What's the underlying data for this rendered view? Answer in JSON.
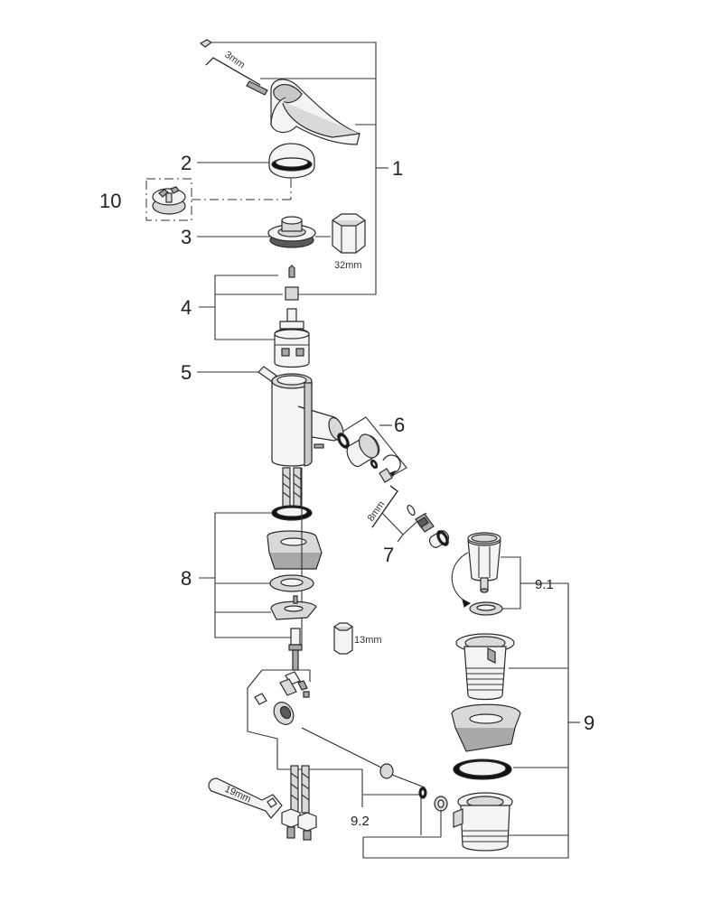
{
  "callouts": {
    "c1": "1",
    "c2": "2",
    "c3": "3",
    "c4": "4",
    "c5": "5",
    "c6": "6",
    "c7": "7",
    "c8": "8",
    "c9": "9",
    "c9_1": "9.1",
    "c9_2": "9.2",
    "c10": "10"
  },
  "dimensions": {
    "hex_key_handle": "3mm",
    "wrench_bonnet": "32mm",
    "hex_key_aerator": "8mm",
    "wrench_nut": "13mm",
    "spanner_hose": "19mm"
  },
  "colors": {
    "line": "#333333",
    "light_fill": "#f4f4f4",
    "mid_fill": "#d9d9d9",
    "dark_fill": "#5a5a5a",
    "gasket": "#111111"
  }
}
